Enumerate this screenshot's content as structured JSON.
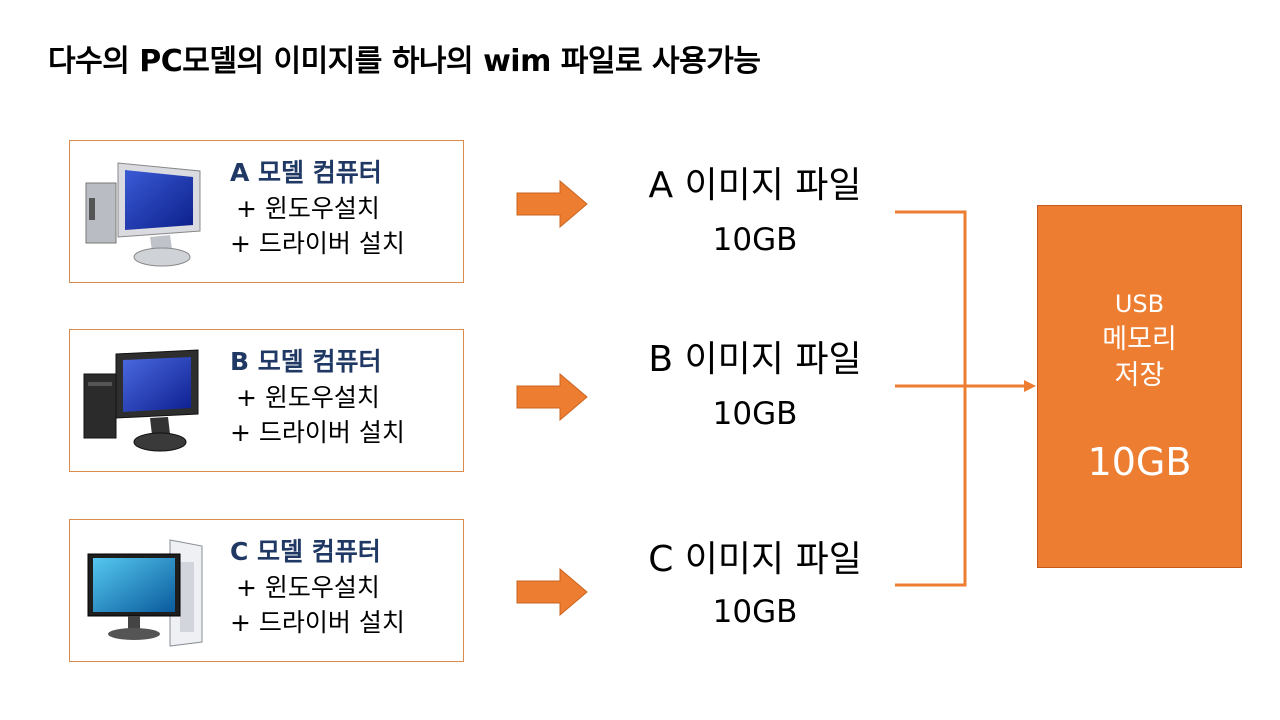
{
  "title": "다수의 PC모델의 이미지를 하나의 wim 파일로 사용가능",
  "colors": {
    "accent": "#ed7d31",
    "model_text": "#1f3864",
    "box_border": "#d98c4e"
  },
  "models": [
    {
      "model": "A 모델 컴퓨터",
      "step1": "+ 윈도우설치",
      "step2": "+ 드라이버 설치",
      "icon": "desktop-pc-icon"
    },
    {
      "model": "B 모델 컴퓨터",
      "step1": "+ 윈도우설치",
      "step2": "+ 드라이버 설치",
      "icon": "desktop-pc-icon"
    },
    {
      "model": "C 모델 컴퓨터",
      "step1": "+ 윈도우설치",
      "step2": "+ 드라이버 설치",
      "icon": "tower-pc-icon"
    }
  ],
  "images": [
    {
      "label": "A 이미지 파일",
      "size": "10GB"
    },
    {
      "label": "B 이미지 파일",
      "size": "10GB"
    },
    {
      "label": "C 이미지 파일",
      "size": "10GB"
    }
  ],
  "usb": {
    "line1": "USB",
    "line2": "메모리",
    "line3": "저장",
    "size": "10GB"
  }
}
